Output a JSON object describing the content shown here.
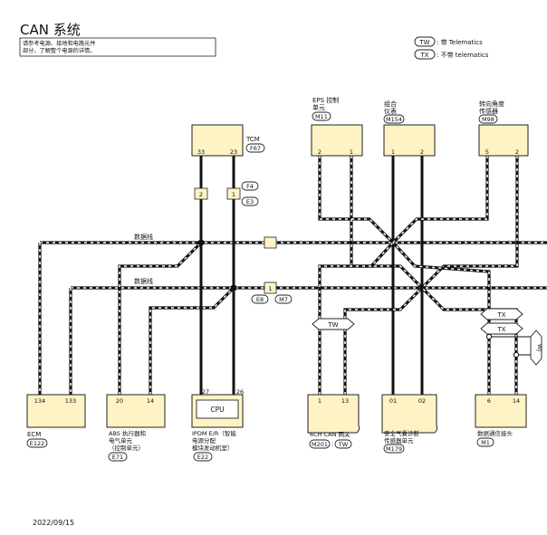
{
  "header": {
    "title": "CAN 系统",
    "note_line1": "请参考电源、接地和电路元件",
    "note_line2": "部分，了解整个电源的详情。",
    "legend": [
      {
        "tag": "TW",
        "text": ": 带 Telematics"
      },
      {
        "tag": "TX",
        "text": ": 不带 telematics"
      }
    ]
  },
  "bus_labels": [
    "数据线",
    "数据线"
  ],
  "top_modules": {
    "tcm": {
      "name": "TCM",
      "conn": "F67",
      "pins": [
        "33",
        "23"
      ]
    },
    "eps": {
      "name1": "EPS 控制",
      "name2": "单元",
      "conn": "M11",
      "pins": [
        "2",
        "1"
      ]
    },
    "meter": {
      "name1": "组合",
      "name2": "仪表",
      "conn": "M154",
      "pins": [
        "1",
        "2"
      ]
    },
    "steer": {
      "name1": "转向角度",
      "name2": "传感器",
      "conn": "M98",
      "pins": [
        "5",
        "2"
      ]
    }
  },
  "joints": {
    "f4": "F4",
    "e3": "E3",
    "e8": "E8",
    "m7": "M7",
    "f_pins": [
      "2",
      "1"
    ],
    "bus_conn1": "",
    "bus_conn2": "1"
  },
  "bottom_modules": {
    "ecm": {
      "name": "ECM",
      "conn": "E122",
      "pins": [
        "134",
        "133"
      ]
    },
    "abs": {
      "name1": "ABS 执行器和",
      "name2": "电气单元",
      "name3": "（控制单元）",
      "conn": "E71",
      "pins": [
        "20",
        "14"
      ]
    },
    "ipdm": {
      "name1": "IPDM E/R（智能",
      "name2": "电源分配",
      "name3": "模块发动机室）",
      "conn": "E22",
      "pins": [
        "27",
        "26"
      ],
      "cpu": "CPU"
    },
    "gw": {
      "name": "6CH CAN 网关",
      "conn": "M201",
      "tag": "TW",
      "pins": [
        "1",
        "13"
      ]
    },
    "airbag": {
      "name1": "安全气囊诊断",
      "name2": "传感器单元",
      "conn": "M179",
      "pins": [
        "01",
        "02"
      ]
    },
    "dlc": {
      "name": "数据通信接头",
      "conn": "M1",
      "pins": [
        "6",
        "14"
      ]
    }
  },
  "tags": {
    "tw": "TW",
    "tx1": "TX",
    "tx2": "TX",
    "wj": "WJ"
  },
  "footer": {
    "date": "2022/09/15"
  }
}
